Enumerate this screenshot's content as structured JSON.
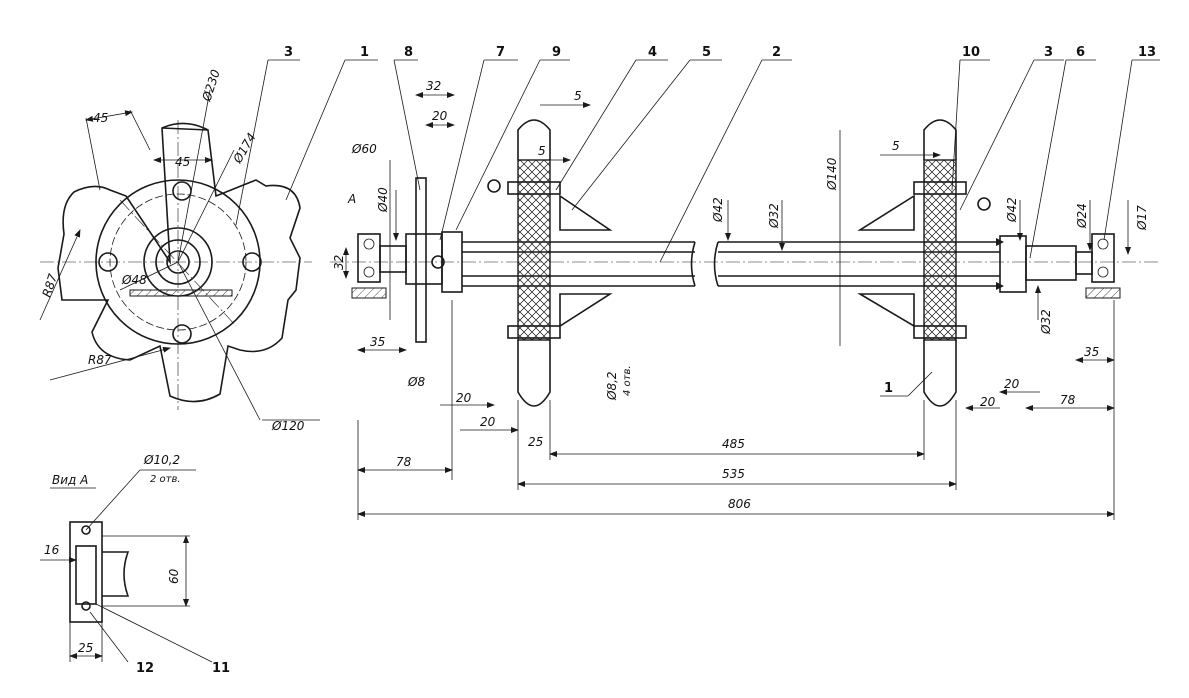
{
  "dims": {
    "d230": "Ø230",
    "d174": "Ø174",
    "s45a": "45",
    "s45b": "45",
    "r87a": "R87",
    "r87b": "R87",
    "d48": "Ø48",
    "d120": "Ø120",
    "d60": "Ø60",
    "d40": "Ø40",
    "a32": "32",
    "b35": "35",
    "d8": "Ø8",
    "top32": "32",
    "top20": "20",
    "top5a": "5",
    "top5b": "5",
    "d42a": "Ø42",
    "d32a": "Ø32",
    "d140": "Ø140",
    "top5c": "5",
    "d42b": "Ø42",
    "d24": "Ø24",
    "d17": "Ø17",
    "d32b": "Ø32",
    "r35": "35",
    "d82": "Ø8,2",
    "holes4": "4 отв.",
    "m20a": "20",
    "m20b": "20",
    "m20c": "20",
    "m20d": "20",
    "b25": "25",
    "b485": "485",
    "b535": "535",
    "b78a": "78",
    "b78b": "78",
    "b806": "806",
    "viewA": "Вид А",
    "d102": "Ø10,2",
    "holes2": "2 отв.",
    "v16": "16",
    "v60": "60",
    "v25": "25",
    "arrowA": "A"
  },
  "callouts": {
    "c3a": "3",
    "c1a": "1",
    "c8": "8",
    "c7": "7",
    "c9": "9",
    "c4": "4",
    "c5": "5",
    "c2": "2",
    "c10": "10",
    "c3b": "3",
    "c6": "6",
    "c13": "13",
    "c1b": "1",
    "c12": "12",
    "c11": "11"
  }
}
